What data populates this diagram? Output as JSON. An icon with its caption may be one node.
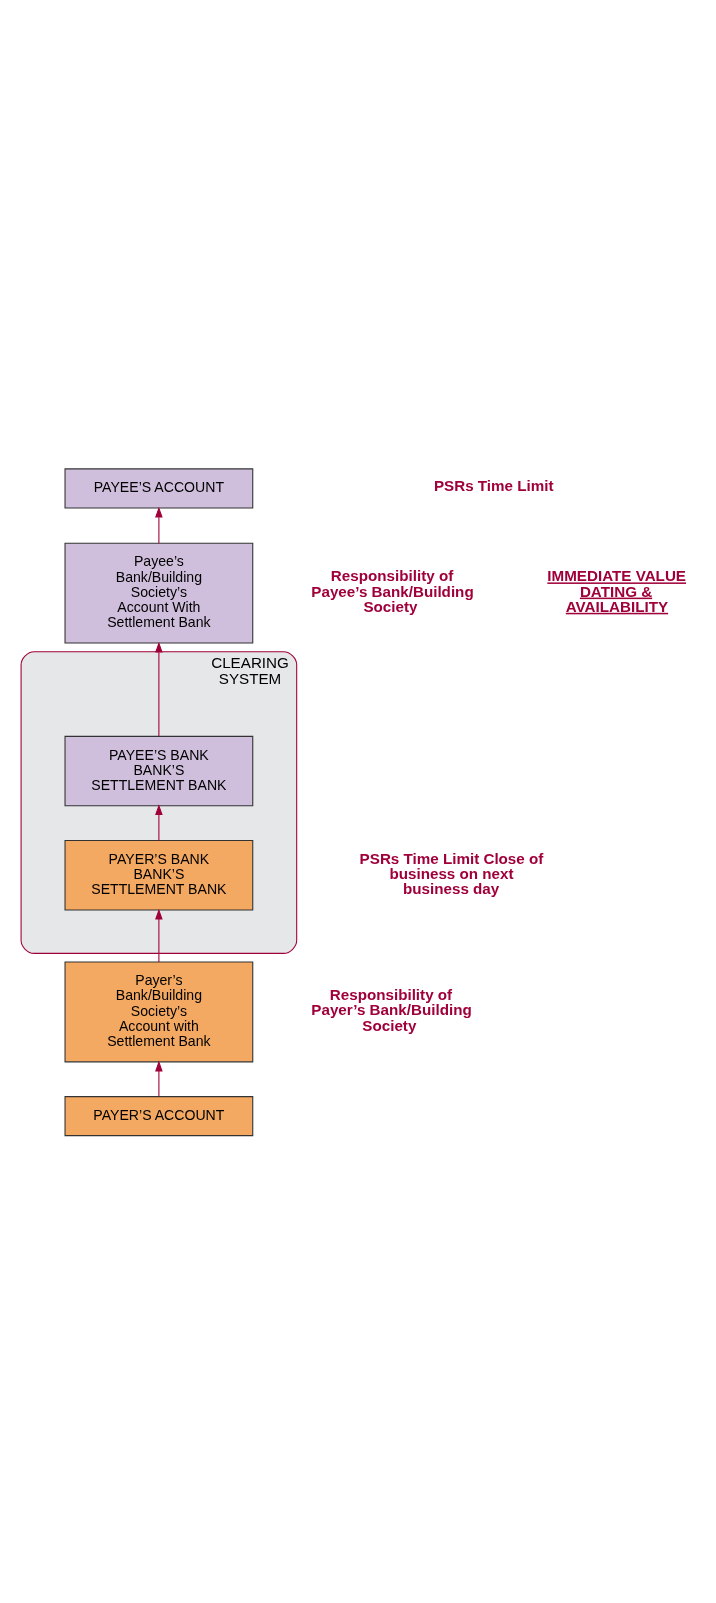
{
  "diagram": {
    "nodes": [
      {
        "text": [
          "PAYER’S ACCOUNT"
        ]
      },
      {
        "text": [
          "Payer’s Bank/Building Society’s Account with Settlement Bank"
        ]
      },
      {
        "text": [
          "CLEARING SYSTEM"
        ]
      },
      {
        "text": [
          "PAYER’S BANK BANK’S SETTLEMENT BANK"
        ],
        "in": 2
      },
      {
        "text": [
          "PAYEE’S BANK BANK’S SETTLEMENT BANK"
        ],
        "in": 2
      },
      {
        "text": [
          "Payee’s Bank/Building Society’s Account With Settlement Bank"
        ]
      },
      {
        "text": [
          "PAYEE’S ACCOUNT"
        ]
      }
    ],
    "edges": [
      {
        "from": 0,
        "to": 1,
        "arrow": "to"
      },
      {
        "from": 1,
        "to": 3,
        "arrow": "to"
      },
      {
        "from": 3,
        "to": 4,
        "arrow": "to"
      },
      {
        "from": 4,
        "to": 5,
        "arrow": "to"
      },
      {
        "from": 5,
        "to": 6,
        "arrow": "to"
      }
    ],
    "labels": [
      "Responsibility of Payer’s Bank/Building Society",
      "Responsibility of Payee’s Bank/Building Society",
      "PSRs Time Limit Close of business on next business day",
      "PSRs Time Limit",
      "IMMEDIATE VALUE DATING & AVAILABILITY"
    ]
  }
}
